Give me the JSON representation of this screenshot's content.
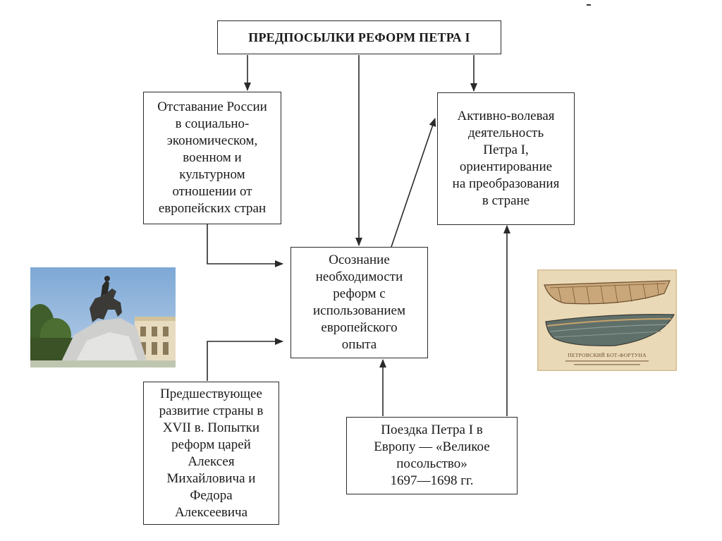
{
  "title": "ПРЕДПОСЫЛКИ РЕФОРМ ПЕТРА I",
  "boxes": {
    "lag": "Отставание России\nв социально-\nэкономическом,\nвоенном и\nкультурном\nотношении от\nевропейских стран",
    "activity": "Активно-волевая\nдеятельность\nПетра I,\nориентирование\nна преобразования\nв стране",
    "awareness": "Осознание\nнеобходимости\nреформ с\nиспользованием\nевропейского\nопыта",
    "previous": "Предшествующее\nразвитие страны в\nXVII в. Попытки\nреформ царей\nАлексея\nМихайловича и\nФедора\nАлексеевича",
    "embassy": "Поездка Петра I в\nЕвропу — «Великое\nпосольство»\n1697—1698 гг."
  },
  "images": {
    "left_icon": "bronze-horseman-monument-icon",
    "right_icon": "boat-fortuna-drawing-icon",
    "right_caption": "ПЕТРОВСКИЙ БОТ-ФОРТУНА"
  },
  "colors": {
    "line": "#2a2a2a",
    "box_border": "#2a2a2a",
    "sky": "#8fb3d9",
    "parchment": "#ead9b6"
  }
}
